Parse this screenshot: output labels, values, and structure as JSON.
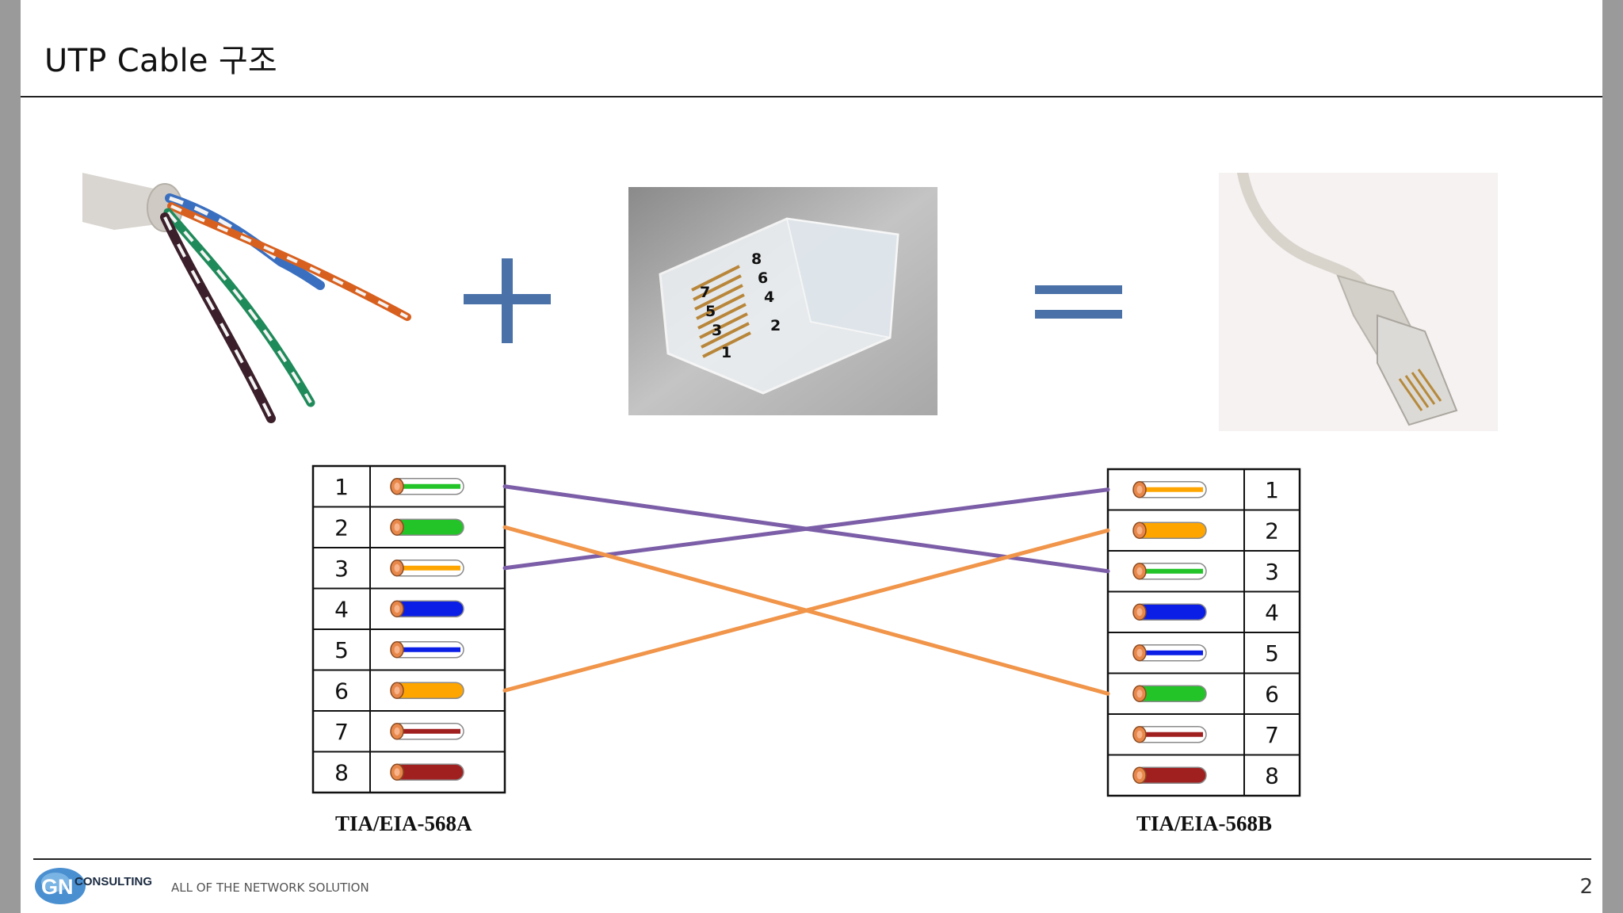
{
  "slide": {
    "title": "UTP Cable 구조",
    "page_number": "2"
  },
  "footer": {
    "tagline": "ALL OF THE NETWORK SOLUTION",
    "logo_text": "CONSULTING",
    "logo_letters": "GN"
  },
  "photos": {
    "cable_pins_printed": [
      "8",
      "7",
      "6",
      "5",
      "4",
      "3",
      "2",
      "1"
    ]
  },
  "standards": {
    "a": {
      "label": "TIA/EIA-568A",
      "pins": [
        {
          "pin": "1",
          "wire": "white-green"
        },
        {
          "pin": "2",
          "wire": "green"
        },
        {
          "pin": "3",
          "wire": "white-orange"
        },
        {
          "pin": "4",
          "wire": "blue"
        },
        {
          "pin": "5",
          "wire": "white-blue"
        },
        {
          "pin": "6",
          "wire": "orange"
        },
        {
          "pin": "7",
          "wire": "white-brown"
        },
        {
          "pin": "8",
          "wire": "brown"
        }
      ]
    },
    "b": {
      "label": "TIA/EIA-568B",
      "pins": [
        {
          "pin": "1",
          "wire": "white-orange"
        },
        {
          "pin": "2",
          "wire": "orange"
        },
        {
          "pin": "3",
          "wire": "white-green"
        },
        {
          "pin": "4",
          "wire": "blue"
        },
        {
          "pin": "5",
          "wire": "white-blue"
        },
        {
          "pin": "6",
          "wire": "green"
        },
        {
          "pin": "7",
          "wire": "white-brown"
        },
        {
          "pin": "8",
          "wire": "brown"
        }
      ]
    }
  },
  "crossovers": [
    {
      "from_a": "1",
      "to_b": "3",
      "color": "#7b5ea7"
    },
    {
      "from_a": "3",
      "to_b": "1",
      "color": "#7b5ea7"
    },
    {
      "from_a": "2",
      "to_b": "6",
      "color": "#f0954a"
    },
    {
      "from_a": "6",
      "to_b": "2",
      "color": "#f0954a"
    }
  ],
  "colors": {
    "green": "#22c428",
    "orange": "#ffa500",
    "blue": "#0a1ee6",
    "brown": "#a02020",
    "operator_blue": "#4a72a8"
  }
}
